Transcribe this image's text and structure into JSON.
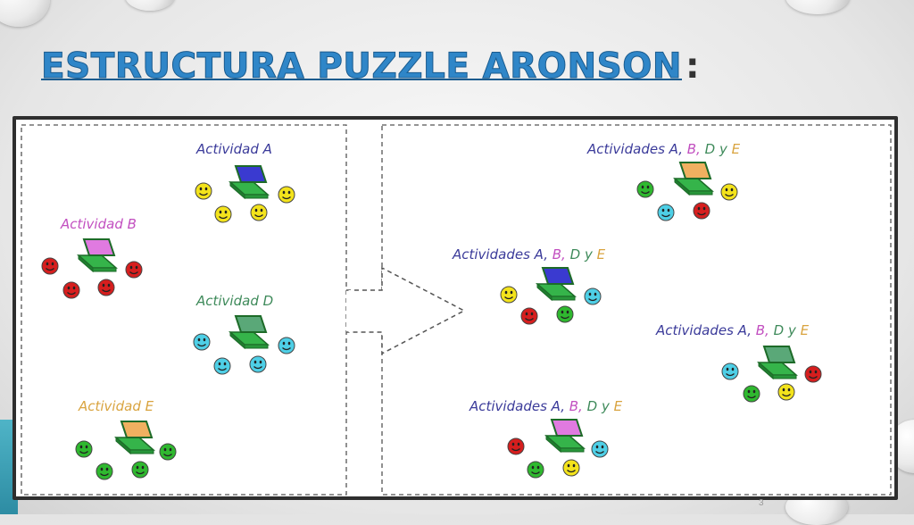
{
  "title": {
    "main": "ESTRUCTURA PUZZLE ARONSON",
    "suffix": ":"
  },
  "page_number": "3",
  "colors": {
    "title": "#2f86c8",
    "actividad_a": "#3b3b9a",
    "actividad_b": "#c24fc0",
    "actividad_d": "#3e8a5a",
    "actividad_e": "#d9a440",
    "smiley_yellow": "#f3e31c",
    "smiley_red": "#d61e1e",
    "smiley_cyan": "#4ecfe6",
    "smiley_green": "#2fb82f",
    "box_green": "#2ca43a"
  },
  "groups": {
    "A": {
      "label": "Actividad A"
    },
    "B": {
      "label": "Actividad B"
    },
    "D": {
      "label": "Actividad D"
    },
    "E": {
      "label": "Actividad E"
    }
  },
  "mixed_label": {
    "prefix": "Actividades",
    "a": "A,",
    "b": "B,",
    "d": "D",
    "y": "y",
    "e": "E"
  }
}
